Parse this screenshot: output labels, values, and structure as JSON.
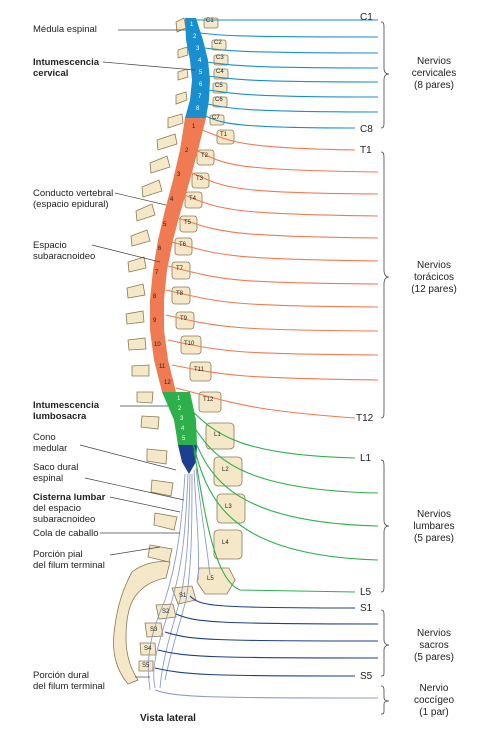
{
  "labels": {
    "medula": "Médula espinal",
    "intum_cerv_1": "Intumescencia",
    "intum_cerv_2": "cervical",
    "conducto_1": "Conducto vertebral",
    "conducto_2": "(espacio epidural)",
    "espacio_1": "Espacio",
    "espacio_2": "subaracnoideo",
    "intum_lumb_1": "Intumescencia",
    "intum_lumb_2": "lumbosacra",
    "cono_1": "Cono",
    "cono_2": "medular",
    "saco_1": "Saco dural",
    "saco_2": "espinal",
    "cisterna_1": "Cisterna lumbar",
    "cisterna_2": "del espacio",
    "cisterna_3": "subaracnoideo",
    "cola": "Cola de caballo",
    "pial_1": "Porción pial",
    "pial_2": "del filum terminal",
    "dural_1": "Porción dural",
    "dural_2": "del filum terminal",
    "vista": "Vista lateral"
  },
  "groups": {
    "cervical": {
      "name": "Nervios",
      "name2": "cervicales",
      "count": "(8 pares)",
      "first": "C1",
      "last": "C8"
    },
    "toracico": {
      "name": "Nervios",
      "name2": "torácicos",
      "count": "(12 pares)",
      "first": "T1",
      "last": "T12"
    },
    "lumbar": {
      "name": "Nervios",
      "name2": "lumbares",
      "count": "(5 pares)",
      "first": "L1",
      "last": "L5"
    },
    "sacro": {
      "name": "Nervios",
      "name2": "sacros",
      "count": "(5 pares)",
      "first": "S1",
      "last": "S5"
    },
    "coccigeo": {
      "name": "Nervio",
      "name2": "coccígeo",
      "count": "(1 par)"
    }
  },
  "vertebrae": {
    "cervical": [
      "C1",
      "C2",
      "C3",
      "C4",
      "C5",
      "C6",
      "C7"
    ],
    "thoracic": [
      "T1",
      "T2",
      "T3",
      "T4",
      "T5",
      "T6",
      "T7",
      "T8",
      "T9",
      "T10",
      "T11",
      "T12"
    ],
    "lumbar": [
      "L1",
      "L2",
      "L3",
      "L4",
      "L5"
    ],
    "sacral": [
      "S1",
      "S2",
      "S3",
      "S4",
      "S5"
    ]
  },
  "segments": {
    "cervical": [
      "1",
      "2",
      "3",
      "4",
      "5",
      "6",
      "7",
      "8"
    ],
    "thoracic": [
      "1",
      "2",
      "3",
      "4",
      "5",
      "6",
      "7",
      "8",
      "9",
      "10",
      "11",
      "12"
    ],
    "lumbar": [
      "1",
      "2",
      "3",
      "4",
      "5"
    ]
  },
  "colors": {
    "cervical": "#1a8fd0",
    "thoracic": "#f07a52",
    "lumbar": "#2db04b",
    "sacral": "#1c3f8f",
    "cauda": "#8c9cc8",
    "bone": "#f5e8c8",
    "bone_stroke": "#8a7a55"
  }
}
